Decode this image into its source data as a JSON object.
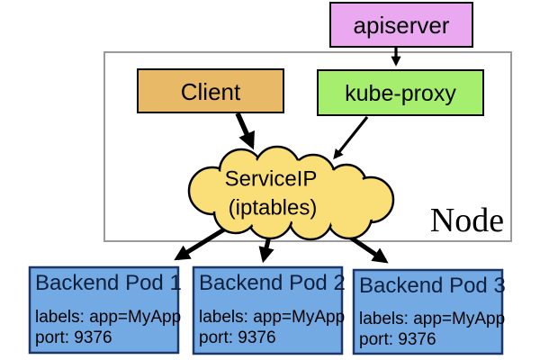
{
  "node": {
    "label": "Node"
  },
  "boxes": {
    "apiserver": "apiserver",
    "client": "Client",
    "kube_proxy": "kube-proxy"
  },
  "cloud": {
    "line1": "ServiceIP",
    "line2": "(iptables)"
  },
  "pods": [
    {
      "title": "Backend Pod 1",
      "labels_line": "labels: app=MyApp",
      "port_line": "port: 9376"
    },
    {
      "title": "Backend Pod 2",
      "labels_line": "labels: app=MyApp",
      "port_line": "port: 9376"
    },
    {
      "title": "Backend Pod 3",
      "labels_line": "labels: app=MyApp",
      "port_line": "port: 9376"
    }
  ],
  "colors": {
    "apiserver_fill": "#e9a8f0",
    "client_fill": "#e8ba67",
    "kube_proxy_fill": "#a5ee6e",
    "cloud_fill": "#fade78",
    "pod_fill": "#74aae4",
    "pod_border": "#1b3668",
    "pod_title_text": "#0d1f3c",
    "node_border": "#9a9a9a",
    "box_border": "#000000",
    "arrow": "#000000",
    "text": "#000000",
    "background": "#ffffff"
  }
}
